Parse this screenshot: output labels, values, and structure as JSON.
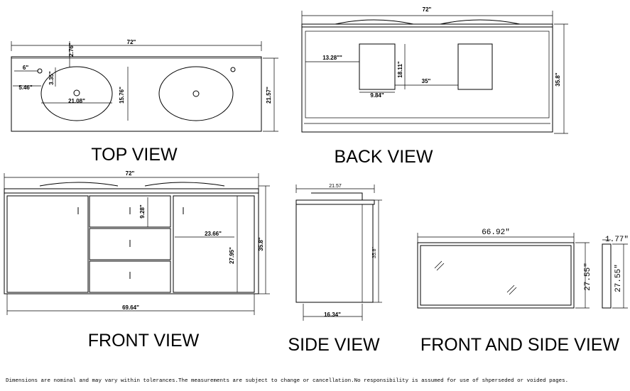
{
  "top_view": {
    "label": "TOP VIEW",
    "width": "72\"",
    "depth": "21.57\"",
    "d_276": "2.76\"",
    "d_6": "6\"",
    "d_335": "3.35\"",
    "d_546": "5.46\"",
    "d_2108": "21.08\"",
    "d_1576": "15.76\""
  },
  "back_view": {
    "label": "BACK  VIEW",
    "width": "72\"",
    "height": "35.8\"",
    "d_1328": "13.28\"\"",
    "d_1811": "18.11\"",
    "d_984": "9.84\"",
    "d_35": "35\""
  },
  "front_view": {
    "label": "FRONT  VIEW",
    "width": "72\"",
    "height": "35.8\"",
    "d_928": "9.28\"",
    "d_2366": "23.66\"",
    "d_2795": "27.95\"",
    "d_6964": "69.64\""
  },
  "side_view": {
    "label": "SIDE  VIEW",
    "depth": "21.57",
    "height": "35.8\"",
    "d_1634": "16.34\""
  },
  "mirror_view": {
    "label": "FRONT AND SIDE VIEW",
    "width": "66.92\"",
    "height": "27.55\"",
    "side_depth": "1.77\"",
    "side_height": "27.55\""
  },
  "disclaimer": "Dimensions are nominal and may vary within tolerances.The measurements are subject to change or cancellation.No responsibility is assumed for use of shperseded or voided pages."
}
